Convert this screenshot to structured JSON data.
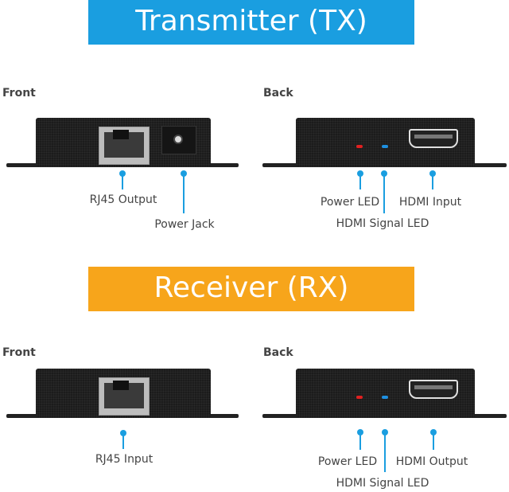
{
  "colors": {
    "tx_banner": "#1a9ee0",
    "rx_banner": "#f7a51b",
    "accent": "#1a9ee0",
    "power_led": "#e02020",
    "signal_led": "#1e8fe0"
  },
  "transmitter": {
    "title": "Transmitter (TX)",
    "front": {
      "heading": "Front",
      "labels": {
        "rj45": "RJ45 Output",
        "power": "Power Jack"
      }
    },
    "back": {
      "heading": "Back",
      "labels": {
        "power_led": "Power LED",
        "hdmi": "HDMI Input",
        "signal_led": "HDMI Signal LED"
      }
    }
  },
  "receiver": {
    "title": "Receiver (RX)",
    "front": {
      "heading": "Front",
      "labels": {
        "rj45": "RJ45 Input"
      }
    },
    "back": {
      "heading": "Back",
      "labels": {
        "power_led": "Power LED",
        "hdmi": "HDMI Output",
        "signal_led": "HDMI Signal LED"
      }
    }
  }
}
